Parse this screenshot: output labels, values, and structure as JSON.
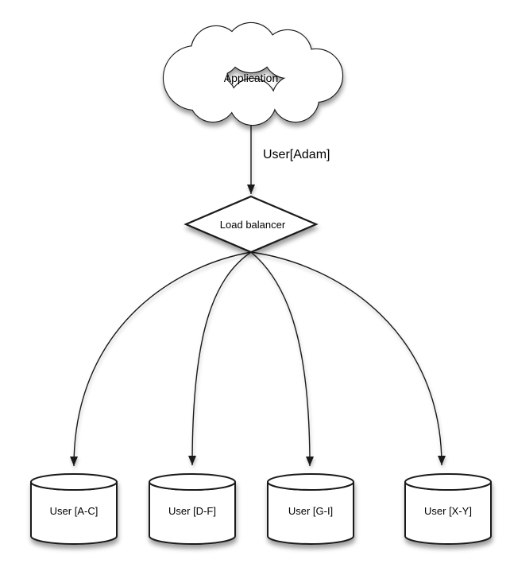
{
  "colors": {
    "background": "#ffffff",
    "shape_fill": "#ffffff",
    "outline": "#1a1a1a",
    "arrow": "#1a1a1a",
    "text": "#000000"
  },
  "nodes": {
    "application": {
      "label": "Application",
      "shape": "cloud"
    },
    "load_balancer": {
      "label": "Load balancer",
      "shape": "diamond"
    }
  },
  "edges": {
    "app_to_lb": {
      "label": "User[Adam]"
    }
  },
  "shards": [
    {
      "label": "User [A-C]",
      "shape": "cylinder"
    },
    {
      "label": "User [D-F]",
      "shape": "cylinder"
    },
    {
      "label": "User [G-I]",
      "shape": "cylinder"
    },
    {
      "label": "User [X-Y]",
      "shape": "cylinder"
    }
  ]
}
